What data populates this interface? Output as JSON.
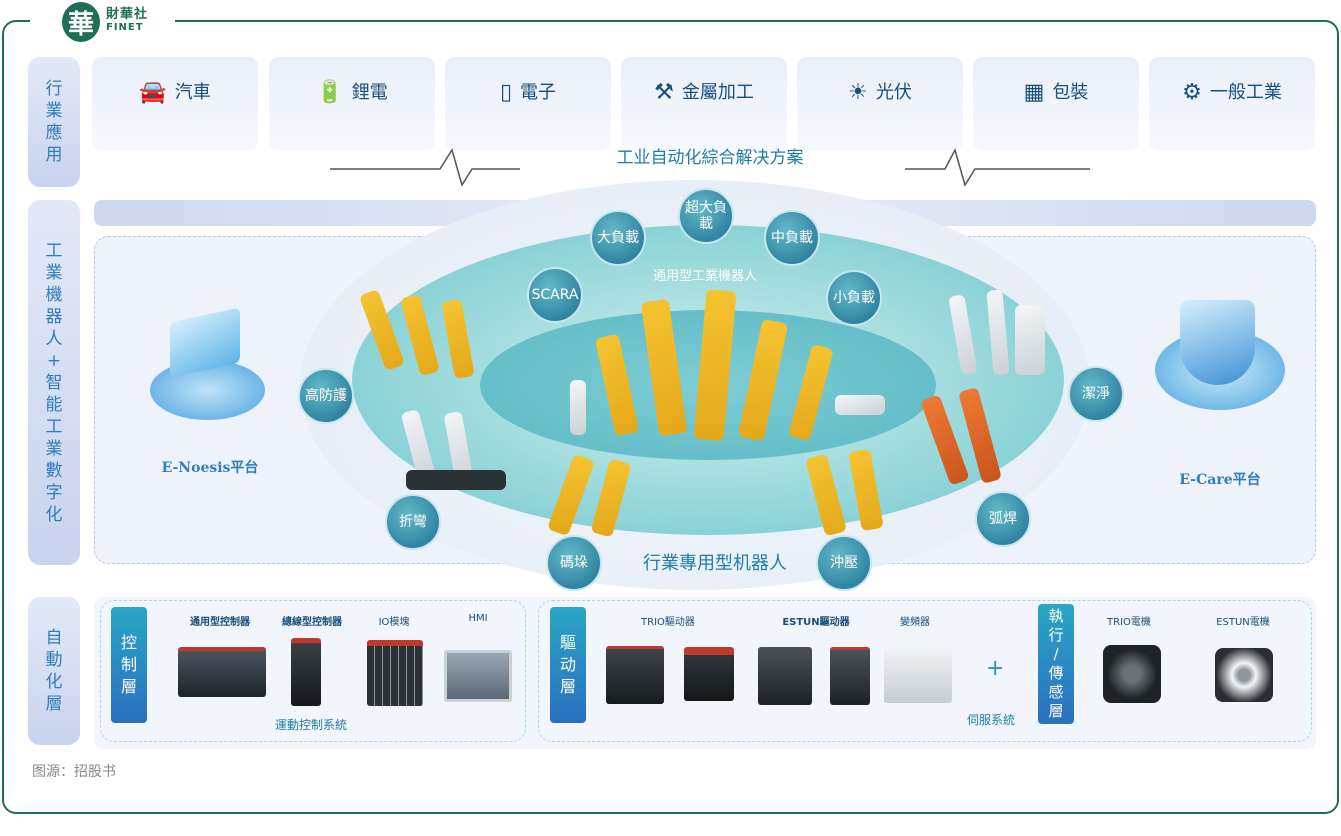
{
  "brand": {
    "logo_char": "華",
    "name_cn": "財華社",
    "name_en": "FINET"
  },
  "rows": {
    "industry": {
      "label": [
        "行",
        "業",
        "應",
        "用"
      ]
    },
    "robots": {
      "label": [
        "工",
        "業",
        "機",
        "器",
        "人",
        "+",
        "智",
        "能",
        "工",
        "業",
        "數",
        "字",
        "化"
      ]
    },
    "automation": {
      "label": [
        "自",
        "動",
        "化",
        "層"
      ]
    }
  },
  "industries": [
    {
      "icon": "car-icon",
      "glyph": "🚘",
      "label": "汽車"
    },
    {
      "icon": "battery-icon",
      "glyph": "🔋",
      "label": "鋰電"
    },
    {
      "icon": "tablet-icon",
      "glyph": "▯",
      "label": "電子"
    },
    {
      "icon": "metal-icon",
      "glyph": "⚒",
      "label": "金屬加工"
    },
    {
      "icon": "sun-icon",
      "glyph": "☀",
      "label": "光伏"
    },
    {
      "icon": "boxes-icon",
      "glyph": "▦",
      "label": "包裝"
    },
    {
      "icon": "gear-head-icon",
      "glyph": "⚙",
      "label": "一般工業"
    }
  ],
  "center": {
    "solution_title": "工业自动化綜合解决方案",
    "general_title": "通用型工業機器人",
    "special_title": "行業專用型机器人"
  },
  "payload_bubbles": [
    "超大負載",
    "大負載",
    "中負載",
    "SCARA",
    "小負載"
  ],
  "special_bubbles": [
    "高防護",
    "折彎",
    "碼垛",
    "沖壓",
    "弧焊",
    "潔淨"
  ],
  "platforms": {
    "left": "E-Noesis平台",
    "right": "E-Care平台"
  },
  "automation": {
    "control_tag": [
      "控",
      "制",
      "層"
    ],
    "control_items": [
      "通用型控制器",
      "總線型控制器",
      "IO模塊",
      "HMI"
    ],
    "control_sub": "運動控制系統",
    "drive_tag": [
      "驅",
      "动",
      "層"
    ],
    "drive_items": [
      "TRIO驅动器",
      "ESTUN驅动器",
      "變頻器"
    ],
    "plus": "+",
    "servo_sub": "伺服系統",
    "exec_tag": [
      "執",
      "行",
      "/",
      "傳",
      "感",
      "層"
    ],
    "motor_items": [
      "TRIO電機",
      "ESTUN電機"
    ]
  },
  "source": "图源：招股书",
  "colors": {
    "frame": "#1f6e57",
    "accent": "#1e7ea9",
    "robot_yellow": "#f5c431",
    "robot_orange": "#f07a35"
  }
}
